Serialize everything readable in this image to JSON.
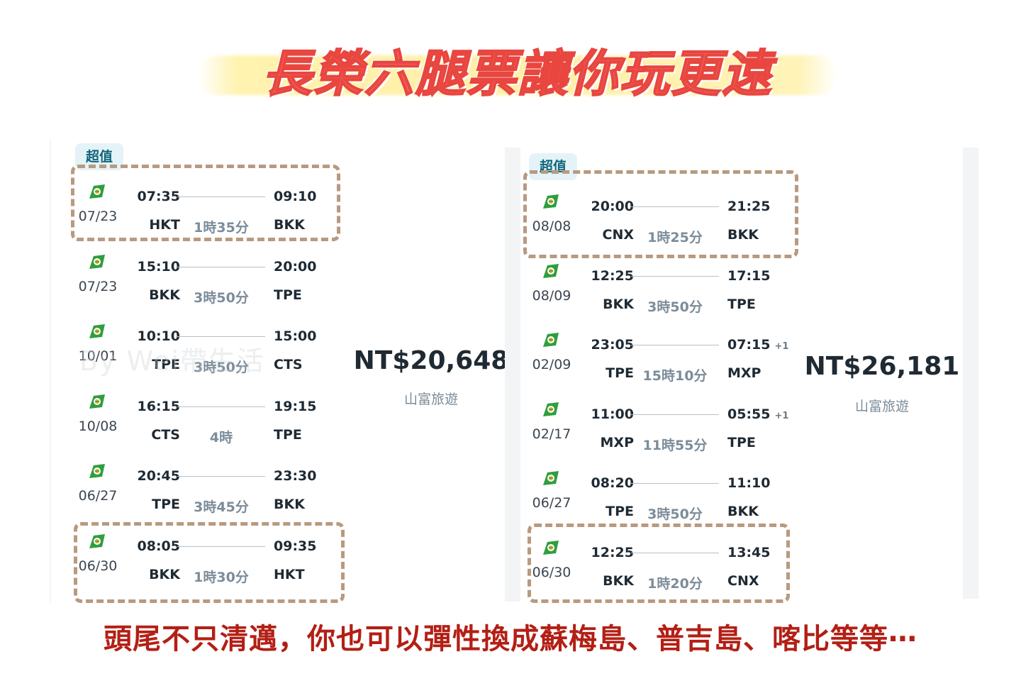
{
  "title": "長榮六腿票讓你玩更遠",
  "watermark": "By Wei帶生活",
  "caption": "頭尾不只清邁，你也可以彈性換成蘇梅島、普吉島、喀比等等⋯",
  "colors": {
    "title": "#f0615c",
    "caption": "#b31f15",
    "dashed_border": "#b89a80",
    "badge_bg": "#e4f3f7",
    "badge_text": "#10657a",
    "airline_green": "#2e9e3e"
  },
  "left_card": {
    "badge": "超值",
    "price": "NT$20,648",
    "agency": "山富旅遊",
    "segments": [
      {
        "icon": "eva-air-logo-icon",
        "date": "07/23",
        "dep_time": "07:35",
        "arr_time": "09:10",
        "arr_plus": "",
        "dep_code": "HKT",
        "arr_code": "BKK",
        "duration": "1時35分"
      },
      {
        "icon": "eva-air-logo-icon",
        "date": "07/23",
        "dep_time": "15:10",
        "arr_time": "20:00",
        "arr_plus": "",
        "dep_code": "BKK",
        "arr_code": "TPE",
        "duration": "3時50分"
      },
      {
        "icon": "eva-air-logo-icon",
        "date": "10/01",
        "dep_time": "10:10",
        "arr_time": "15:00",
        "arr_plus": "",
        "dep_code": "TPE",
        "arr_code": "CTS",
        "duration": "3時50分"
      },
      {
        "icon": "eva-air-logo-icon",
        "date": "10/08",
        "dep_time": "16:15",
        "arr_time": "19:15",
        "arr_plus": "",
        "dep_code": "CTS",
        "arr_code": "TPE",
        "duration": "4時"
      },
      {
        "icon": "eva-air-logo-icon",
        "date": "06/27",
        "dep_time": "20:45",
        "arr_time": "23:30",
        "arr_plus": "",
        "dep_code": "TPE",
        "arr_code": "BKK",
        "duration": "3時45分"
      },
      {
        "icon": "eva-air-logo-icon",
        "date": "06/30",
        "dep_time": "08:05",
        "arr_time": "09:35",
        "arr_plus": "",
        "dep_code": "BKK",
        "arr_code": "HKT",
        "duration": "1時30分"
      }
    ]
  },
  "right_card": {
    "badge": "超值",
    "price": "NT$26,181",
    "agency": "山富旅遊",
    "segments": [
      {
        "icon": "eva-air-logo-icon",
        "date": "08/08",
        "dep_time": "20:00",
        "arr_time": "21:25",
        "arr_plus": "",
        "dep_code": "CNX",
        "arr_code": "BKK",
        "duration": "1時25分"
      },
      {
        "icon": "eva-air-logo-icon",
        "date": "08/09",
        "dep_time": "12:25",
        "arr_time": "17:15",
        "arr_plus": "",
        "dep_code": "BKK",
        "arr_code": "TPE",
        "duration": "3時50分"
      },
      {
        "icon": "eva-air-logo-icon",
        "date": "02/09",
        "dep_time": "23:05",
        "arr_time": "07:15",
        "arr_plus": "+1",
        "dep_code": "TPE",
        "arr_code": "MXP",
        "duration": "15時10分"
      },
      {
        "icon": "eva-air-logo-icon",
        "date": "02/17",
        "dep_time": "11:00",
        "arr_time": "05:55",
        "arr_plus": "+1",
        "dep_code": "MXP",
        "arr_code": "TPE",
        "duration": "11時55分"
      },
      {
        "icon": "eva-air-logo-icon",
        "date": "06/27",
        "dep_time": "08:20",
        "arr_time": "11:10",
        "arr_plus": "",
        "dep_code": "TPE",
        "arr_code": "BKK",
        "duration": "3時50分"
      },
      {
        "icon": "eva-air-logo-icon",
        "date": "06/30",
        "dep_time": "12:25",
        "arr_time": "13:45",
        "arr_plus": "",
        "dep_code": "BKK",
        "arr_code": "CNX",
        "duration": "1時20分"
      }
    ]
  }
}
